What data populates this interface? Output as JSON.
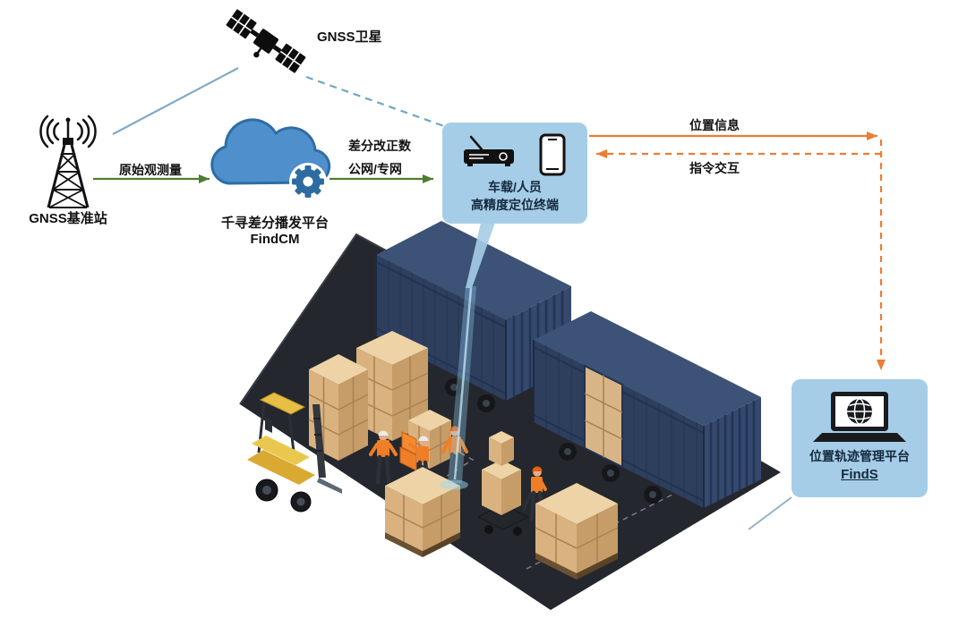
{
  "diagram": {
    "satellite": {
      "label": "GNSS卫星"
    },
    "base_station": {
      "label": "GNSS基准站"
    },
    "cloud": {
      "title": "千寻差分播发平台",
      "subtitle": "FindCM"
    },
    "terminal": {
      "line1": "车载/人员",
      "line2": "高精度定位终端"
    },
    "platform": {
      "title": "位置轨迹管理平台",
      "subtitle": "FindS"
    },
    "links": {
      "raw_observation": "原始观测量",
      "correction_line1": "差分改正数",
      "correction_line2": "公网/专网",
      "position_info": "位置信息",
      "command_interaction": "指令交互"
    },
    "colors": {
      "bubble_bg": "#a6cde7",
      "green_arrow": "#4f7d2d",
      "orange_arrow": "#ed7d31",
      "satellite_link_blue": "#7fa8c9",
      "cloud_blue": "#4f8fcc",
      "gear_blue": "#2d6ba0",
      "platform_dark": "#24272d",
      "container_blue": "#2e3f5e",
      "carton_tan": "#d9b27f",
      "forklift_yellow": "#e8c04a",
      "vest_orange": "#f07e26",
      "beam_blue": "#8fcdef"
    }
  }
}
